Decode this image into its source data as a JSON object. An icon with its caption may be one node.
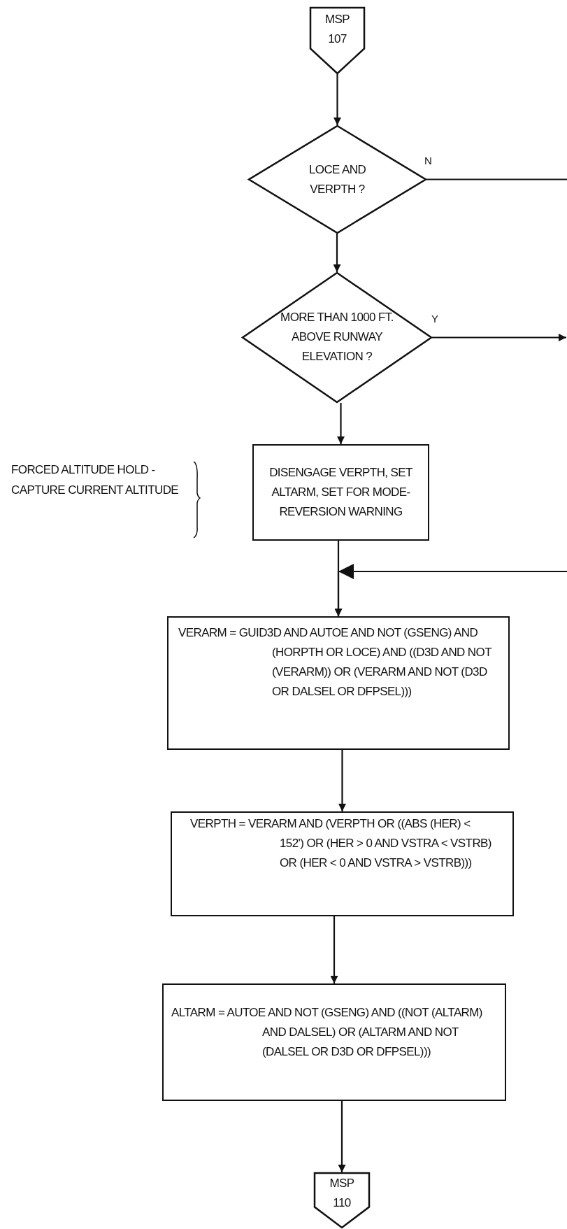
{
  "diagram": {
    "nodes": [
      {
        "text": [
          "MSP 107"
        ]
      },
      {
        "text": [
          "LOCE AND VERPTH ?"
        ]
      },
      {
        "text": [
          "MORE THAN 1000 FT. ABOVE RUNWAY ELEVATION ?"
        ]
      },
      {
        "text": [
          "DISENGAGE VERPTH, SET ALTARM, SET FOR MODE-REVERSION WARNING"
        ]
      },
      {
        "text": [
          "VERARM = GUID3D AND AUTOE AND NOT (GSENG) AND (HORPTH OR LOCE) AND ((D3D AND NOT (VERARM)) OR (VERARM AND NOT (D3D OR DALSEL OR DFPSEL)))"
        ]
      },
      {
        "text": [
          "VERPTH = VERARM AND (VERPTH OR ((ABS (HER) < 152') OR (HER > 0 AND VSTRA < VSTRB) OR (HER < 0 AND VSTRA > VSTRB)))"
        ]
      },
      {
        "text": [
          "ALTARM = AUTOE AND NOT (GSENG) AND ((NOT (ALTARM) AND DALSEL) OR (ALTARM AND NOT (DALSEL OR D3D OR DFPSEL)))"
        ]
      },
      {
        "text": [
          "MSP 110"
        ]
      }
    ],
    "edges": [
      {
        "from": 0,
        "to": 1,
        "arrow": "to"
      },
      {
        "from": 1,
        "to": 2,
        "arrow": "to"
      },
      {
        "from": 1,
        "to": null,
        "arrow": "none",
        "label": "N"
      },
      {
        "from": 2,
        "to": null,
        "arrow": "to",
        "label": "Y"
      },
      {
        "from": 2,
        "to": 3,
        "arrow": "to"
      },
      {
        "from": 3,
        "to": 4,
        "arrow": "to"
      },
      {
        "from": null,
        "to": 4,
        "arrow": "to"
      },
      {
        "from": 4,
        "to": 5,
        "arrow": "to"
      },
      {
        "from": 5,
        "to": 6,
        "arrow": "to"
      },
      {
        "from": 6,
        "to": 7,
        "arrow": "to"
      }
    ],
    "labels": [
      "FORCED ALTITUDE HOLD - CAPTURE CURRENT ALTITUDE"
    ]
  }
}
